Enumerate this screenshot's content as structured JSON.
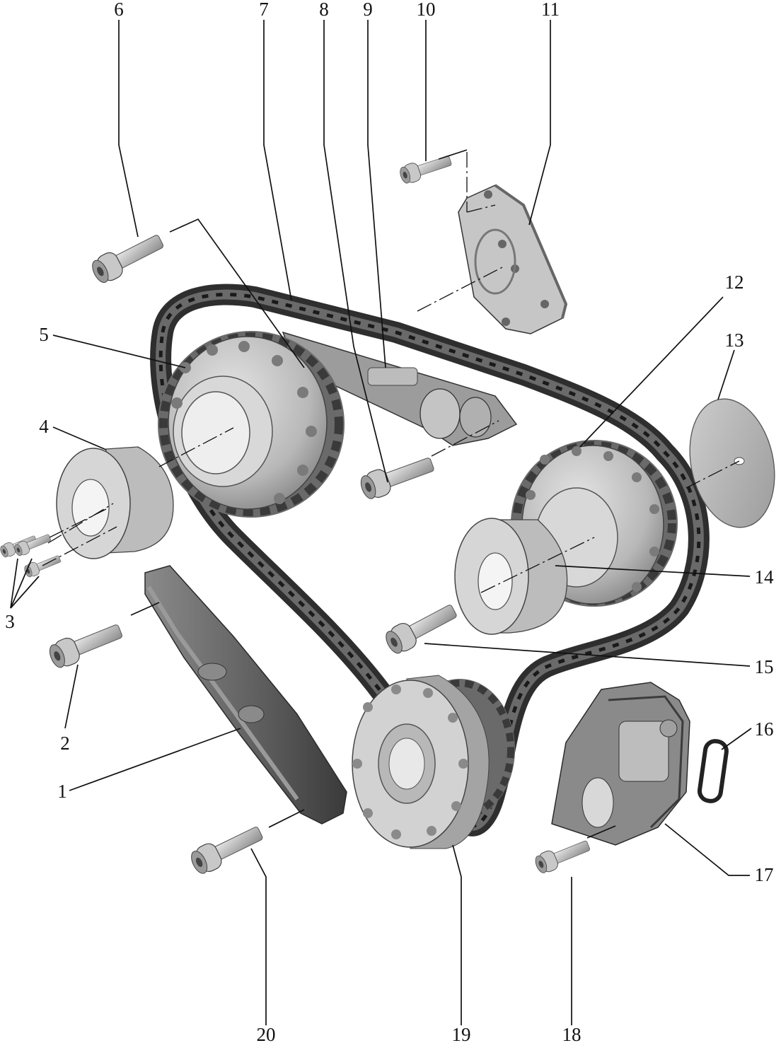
{
  "callouts": [
    {
      "id": "1",
      "label": "1"
    },
    {
      "id": "2",
      "label": "2"
    },
    {
      "id": "3",
      "label": "3"
    },
    {
      "id": "4",
      "label": "4"
    },
    {
      "id": "5",
      "label": "5"
    },
    {
      "id": "6",
      "label": "6"
    },
    {
      "id": "7",
      "label": "7"
    },
    {
      "id": "8",
      "label": "8"
    },
    {
      "id": "9",
      "label": "9"
    },
    {
      "id": "10",
      "label": "10"
    },
    {
      "id": "11",
      "label": "11"
    },
    {
      "id": "12",
      "label": "12"
    },
    {
      "id": "13",
      "label": "13"
    },
    {
      "id": "14",
      "label": "14"
    },
    {
      "id": "15",
      "label": "15"
    },
    {
      "id": "16",
      "label": "16"
    },
    {
      "id": "17",
      "label": "17"
    },
    {
      "id": "18",
      "label": "18"
    },
    {
      "id": "19",
      "label": "19"
    },
    {
      "id": "20",
      "label": "20"
    }
  ],
  "colors": {
    "line": "#111111",
    "part_light": "#d4d4d4",
    "part_mid": "#a8a8a8",
    "part_dark": "#5a5a5a",
    "chain": "#2e2e2e"
  }
}
